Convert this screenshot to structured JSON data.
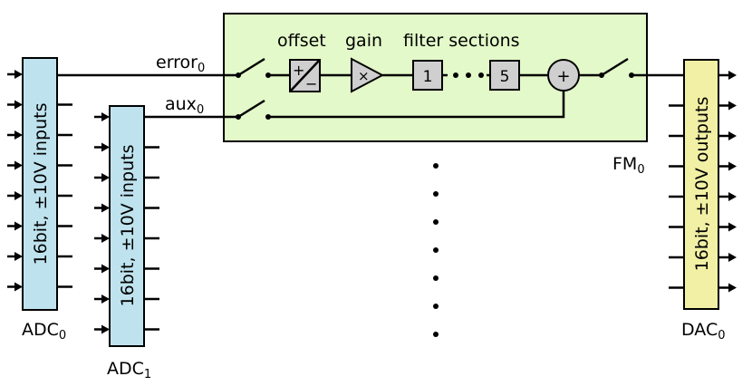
{
  "colors": {
    "background": "#ffffff",
    "adc_fill": "#bfe3ee",
    "dac_fill": "#f1f0a4",
    "fm_fill": "#e3f9c9",
    "component_fill": "#cfcfcf",
    "stroke": "#000000"
  },
  "adc0": {
    "text": "16bit, ±10V inputs",
    "name": "ADC",
    "sub": "0"
  },
  "adc1": {
    "text": "16bit, ±10V inputs",
    "name": "ADC",
    "sub": "1"
  },
  "dac0": {
    "text": "16bit, ±10V outputs",
    "name": "DAC",
    "sub": "0"
  },
  "fm": {
    "name": "FM",
    "sub": "0",
    "offset_label": "offset",
    "gain_label": "gain",
    "filter_label": "filter sections",
    "first_section": "1",
    "last_section": "5",
    "offset_sign_plus": "+",
    "offset_sign_minus": "−",
    "gain_symbol": "×",
    "sum_symbol": "+"
  },
  "signals": {
    "error": {
      "name": "error",
      "sub": "0"
    },
    "aux": {
      "name": "aux",
      "sub": "0"
    }
  },
  "icons": [
    "switch-icon",
    "summing-junction-icon",
    "amplifier-icon",
    "ellipsis-icon"
  ]
}
